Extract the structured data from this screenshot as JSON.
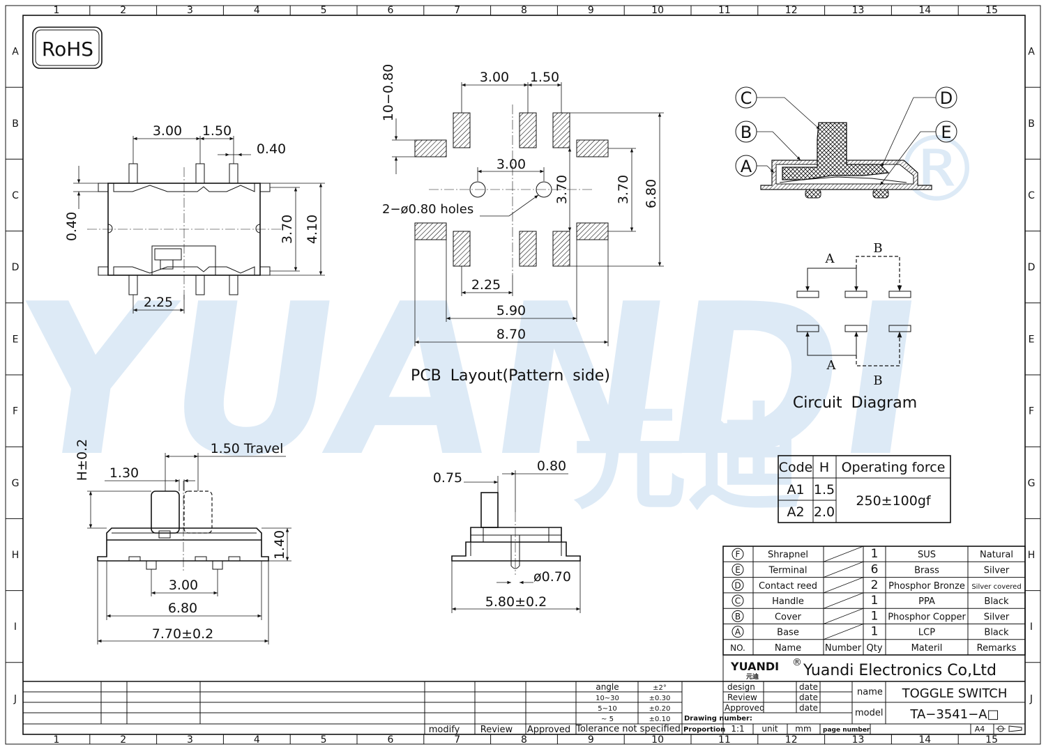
{
  "rohs": "RoHS",
  "watermark": {
    "brand": "YUANDI",
    "cn": "元迪",
    "color": "#5b9bd5",
    "accent": "#7dc58a"
  },
  "grid_numbers": [
    "1",
    "2",
    "3",
    "4",
    "5",
    "6",
    "7",
    "8",
    "9",
    "10",
    "11",
    "12",
    "13",
    "14",
    "15"
  ],
  "grid_letters": [
    "A",
    "B",
    "C",
    "D",
    "E",
    "F",
    "G",
    "H",
    "I",
    "J"
  ],
  "top_view": {
    "d_300": "3.00",
    "d_150": "1.50",
    "d_040": "0.40",
    "d_040_side": "0.40",
    "d_370": "3.70",
    "d_410": "4.10",
    "d_225": "2.25"
  },
  "pcb": {
    "title": "PCB Layout(Pattern side)",
    "d_300_top": "3.00",
    "d_150_top": "1.50",
    "d_10_080": "10−0.80",
    "d_300_mid": "3.00",
    "holes": "2−ø0.80 holes",
    "d_370_a": "3.70",
    "d_370_b": "3.70",
    "d_680": "6.80",
    "d_225": "2.25",
    "d_590": "5.90",
    "d_870": "8.70"
  },
  "section": {
    "labels": [
      "C",
      "B",
      "A",
      "D",
      "E"
    ]
  },
  "circuit": {
    "title": "Circuit Diagram",
    "a_top": "A",
    "b_top": "B",
    "a_bot": "A",
    "b_bot": "B"
  },
  "side_view": {
    "h": "H±0.2",
    "d_150_travel": "1.50 Travel",
    "d_130": "1.30",
    "d_140": "1.40",
    "d_300": "3.00",
    "d_680": "6.80",
    "d_770": "7.70±0.2"
  },
  "end_view": {
    "d_075": "0.75",
    "d_080": "0.80",
    "d_070": "ø0.70",
    "d_580": "5.80±0.2"
  },
  "force_table": {
    "headers": [
      "Code",
      "H",
      "Operating force"
    ],
    "rows": [
      [
        "A1",
        "1.5"
      ],
      [
        "A2",
        "2.0"
      ]
    ],
    "force": "250±100gf"
  },
  "bom": {
    "rows": [
      {
        "mark": "F",
        "name": "Shrapnel",
        "qty": "1",
        "mat": "SUS",
        "rem": "Natural"
      },
      {
        "mark": "E",
        "name": "Terminal",
        "qty": "6",
        "mat": "Brass",
        "rem": "Silver"
      },
      {
        "mark": "D",
        "name": "Contact reed",
        "qty": "2",
        "mat": "Phosphor Bronze",
        "rem": "Silver covered"
      },
      {
        "mark": "C",
        "name": "Handle",
        "qty": "1",
        "mat": "PPA",
        "rem": "Black"
      },
      {
        "mark": "B",
        "name": "Cover",
        "qty": "1",
        "mat": "Phosphor Copper",
        "rem": "Silver"
      },
      {
        "mark": "A",
        "name": "Base",
        "qty": "1",
        "mat": "LCP",
        "rem": "Black"
      }
    ],
    "header": {
      "no": "NO.",
      "name": "Name",
      "number": "Number",
      "qty": "Qty",
      "mat": "Materil",
      "rem": "Remarks"
    }
  },
  "title_block": {
    "logo": "YUANDI",
    "logo_cn": "元迪",
    "reg": "®",
    "company": "Yuandi Electronics Co,Ltd",
    "design": "design",
    "review": "Review",
    "approved": "Approved",
    "date": "date",
    "name_lbl": "name",
    "name_val": "TOGGLE SWITCH",
    "model_lbl": "model",
    "model_val": "TA−3541−A□",
    "drawing_number": "Drawing number:",
    "proportion": "Proportion",
    "ratio": "1:1",
    "unit": "unit",
    "mm": "mm",
    "page_number": "page number",
    "sheet": "A4",
    "modify": "modify",
    "review_col": "Review",
    "approved_col": "Approved",
    "tol_title": "Tolerance not specified",
    "tolerances": [
      [
        "angle",
        "±2°"
      ],
      [
        "10~30",
        "±0.30"
      ],
      [
        "5~10",
        "±0.20"
      ],
      [
        "~ 5",
        "±0.10"
      ]
    ]
  }
}
